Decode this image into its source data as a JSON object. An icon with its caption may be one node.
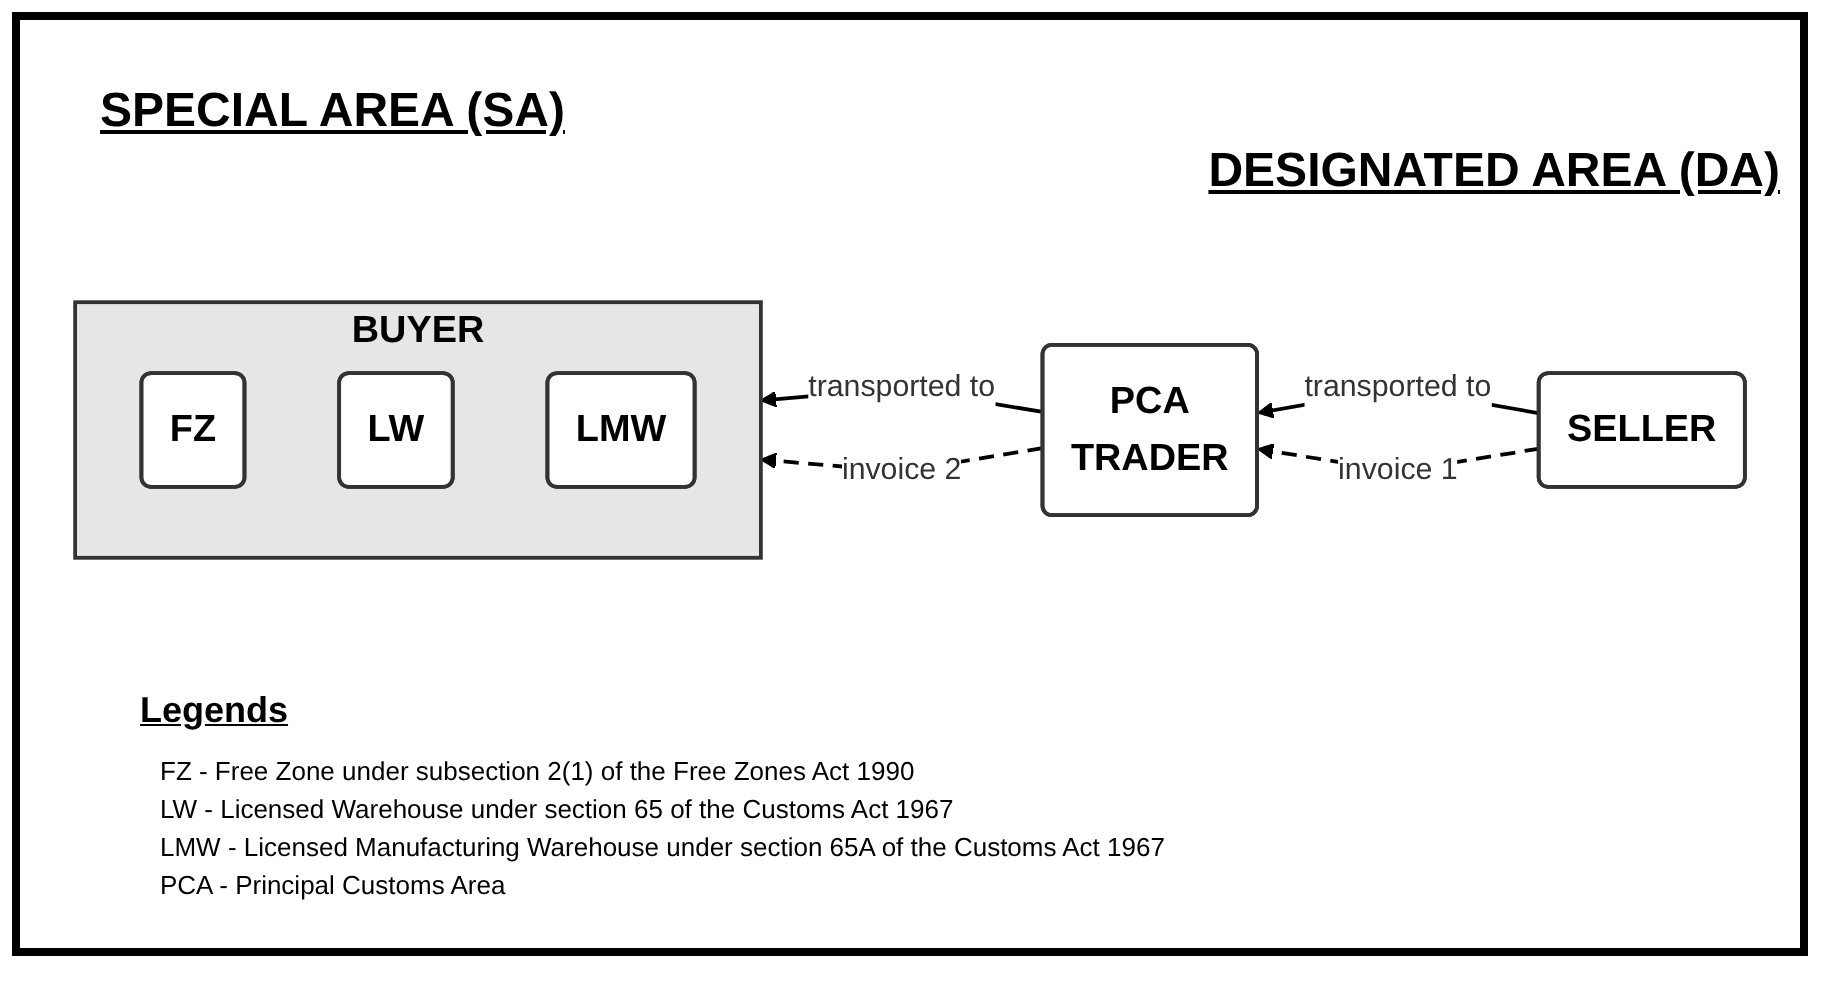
{
  "diagram": {
    "nodes": [
      {
        "text": [
          "BUYER"
        ]
      },
      {
        "text": [
          "FZ"
        ],
        "in": 0
      },
      {
        "text": [
          "LW"
        ],
        "in": 0
      },
      {
        "text": [
          "LMW"
        ],
        "in": 0
      },
      {
        "text": [
          "SELLER"
        ]
      },
      {
        "text": [
          "PCA",
          "TRADER"
        ]
      }
    ],
    "edges": [
      {
        "from": 4,
        "to": 5,
        "arrow": "to",
        "label": "transported to"
      },
      {
        "from": 4,
        "to": 5,
        "arrow": "to",
        "label": "invoice 1",
        "style": "dashed"
      },
      {
        "from": 5,
        "to": 0,
        "arrow": "to",
        "label": "transported to"
      },
      {
        "from": 5,
        "to": 0,
        "arrow": "to",
        "label": "invoice 2",
        "style": "dashed"
      }
    ],
    "labels": [
      "SPECIAL AREA (SA)",
      "DESIGNATED AREA (DA)",
      "Legends",
      "FZ - Free Zone under subsection 2(1) of the Free Zones Act 1990",
      "LW - Licensed Warehouse under section 65 of the Customs Act 1967",
      "LMW - Licensed Manufacturing Warehouse under section 65A of the Customs Act 1967",
      "PCA - Principal Customs Area"
    ]
  }
}
